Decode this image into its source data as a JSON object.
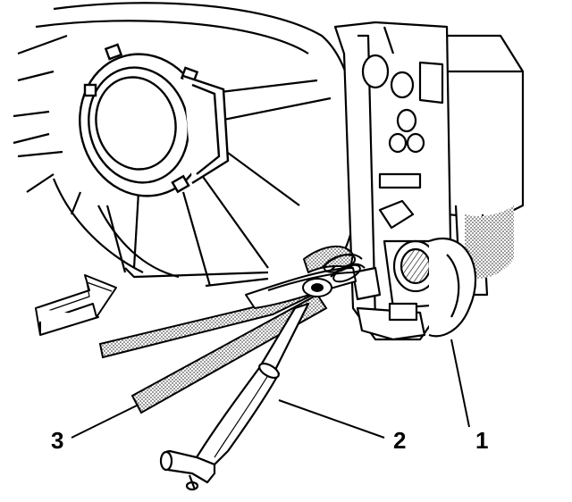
{
  "figure": {
    "callouts": [
      {
        "label": "1",
        "part": "radiator-fan-assembly"
      },
      {
        "label": "2",
        "part": "hose-clamp-pliers-handle"
      },
      {
        "label": "3",
        "part": "hose-clamp-pliers-jaw-strap"
      }
    ],
    "colors": {
      "line": "#000000",
      "background": "#ffffff",
      "stipple": "#7a7a7a",
      "strap_fill": "#b8b8b8"
    }
  }
}
